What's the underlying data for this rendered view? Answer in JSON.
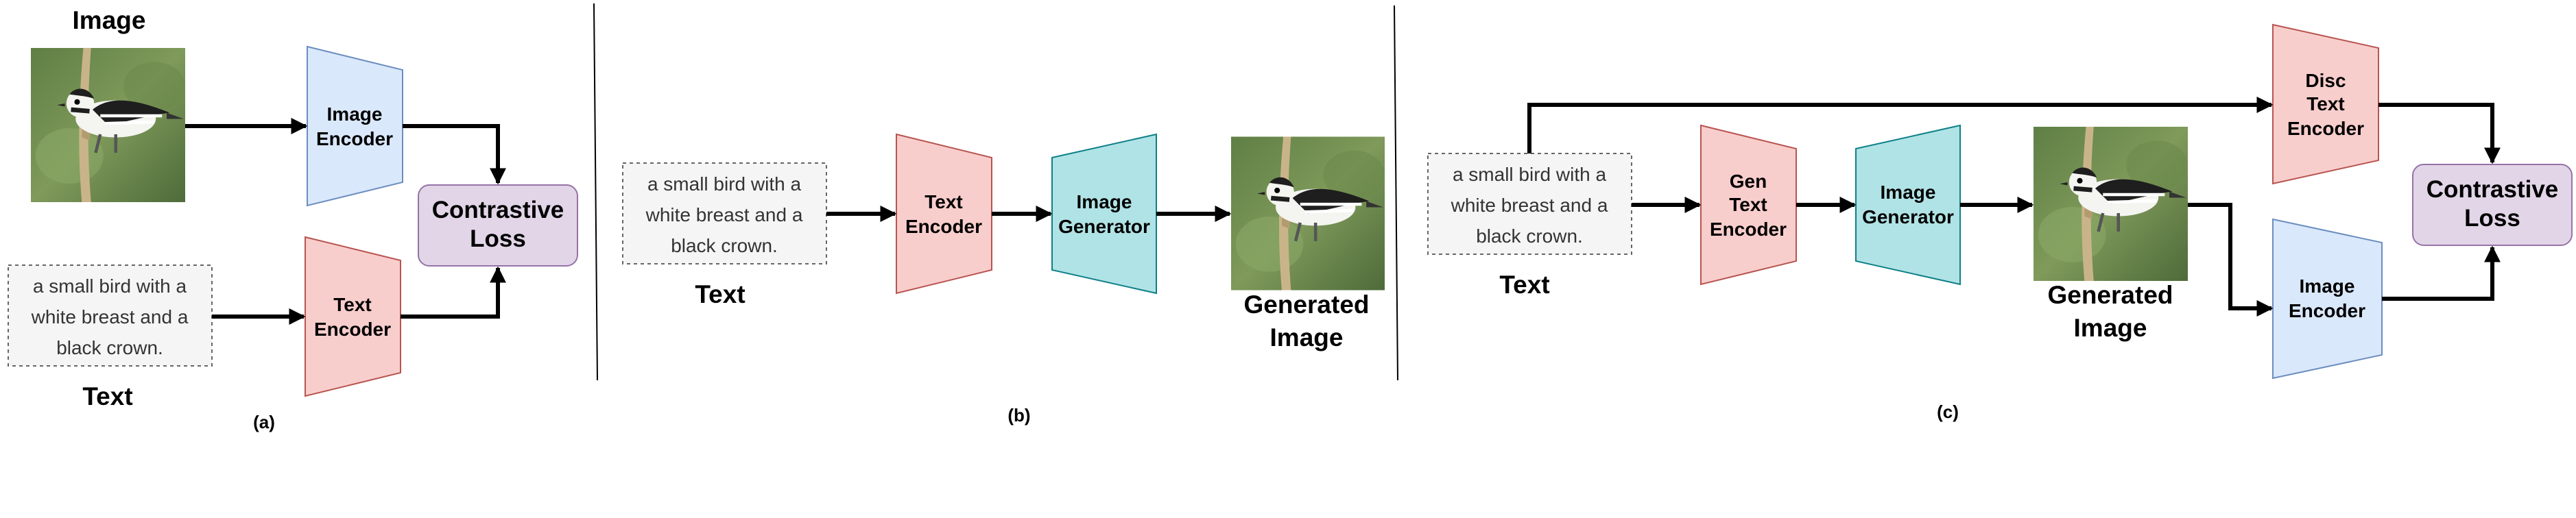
{
  "panel_a": {
    "image_label": "Image",
    "text_label": "Text",
    "caption_lines": [
      "a small bird with a",
      "white breast and a",
      "black crown."
    ],
    "image_encoder": [
      "Image",
      "Encoder"
    ],
    "text_encoder": [
      "Text",
      "Encoder"
    ],
    "loss": [
      "Contrastive",
      "Loss"
    ],
    "marker": "(a)"
  },
  "panel_b": {
    "caption_lines": [
      "a small bird with a",
      "white breast and a",
      "black crown."
    ],
    "text_label": "Text",
    "text_encoder": [
      "Text",
      "Encoder"
    ],
    "image_generator": [
      "Image",
      "Generator"
    ],
    "generated_label": [
      "Generated",
      "Image"
    ],
    "marker": "(b)"
  },
  "panel_c": {
    "caption_lines": [
      "a small bird with a",
      "white breast and a",
      "black crown."
    ],
    "text_label": "Text",
    "gen_text_encoder": [
      "Gen",
      "Text",
      "Encoder"
    ],
    "image_generator": [
      "Image",
      "Generator"
    ],
    "generated_label": [
      "Generated",
      "Image"
    ],
    "disc_text_encoder": [
      "Disc",
      "Text",
      "Encoder"
    ],
    "image_encoder": [
      "Image",
      "Encoder"
    ],
    "loss": [
      "Contrastive",
      "Loss"
    ],
    "marker": "(c)"
  },
  "colors": {
    "image_encoder_fill": "#dae8fc",
    "image_encoder_stroke": "#6c8ebf",
    "text_encoder_fill": "#f8cecc",
    "text_encoder_stroke": "#b85450",
    "generator_fill": "#b0e3e6",
    "generator_stroke": "#0e8088",
    "loss_fill": "#e1d5e7",
    "loss_stroke": "#9673a6",
    "caption_fill": "#f5f5f5",
    "caption_stroke": "#666666"
  },
  "icons": {
    "bird_photo": "bird-photo-icon"
  }
}
